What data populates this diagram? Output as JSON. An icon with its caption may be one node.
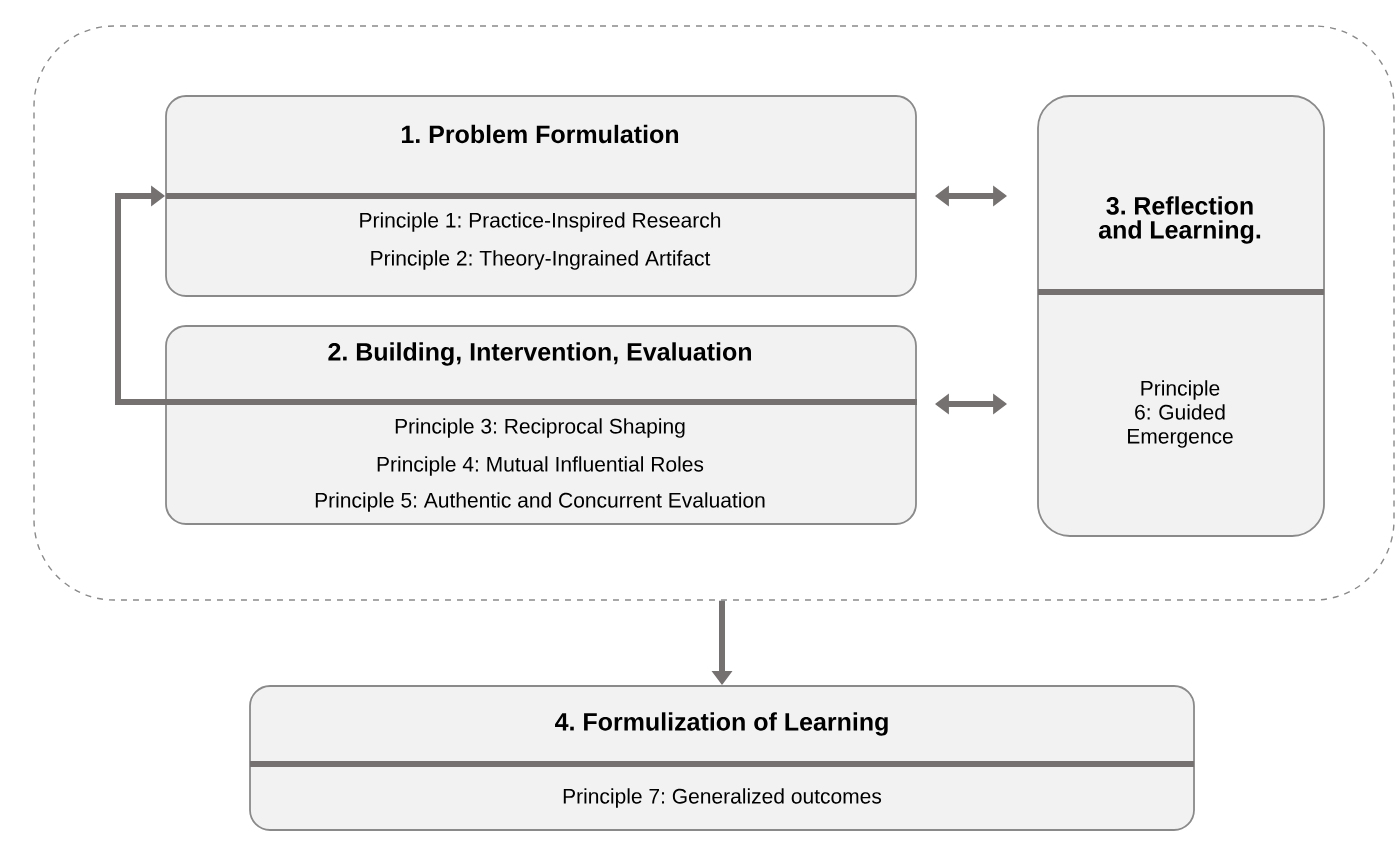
{
  "diagram": {
    "nodes": [
      {
        "text": [],
        "shape": "box"
      },
      {
        "text": [
          "1. Problem Formulation",
          "Principle 1: Practice-Inspired Research",
          "Principle 2: Theory-Ingrained Artifact"
        ],
        "in": 0
      },
      {
        "text": [
          "2. Building, Intervention, Evaluation",
          "Principle 3: Reciprocal Shaping",
          "Principle 4: Mutual Influential Roles",
          "Principle 5: Authentic and Concurrent Evaluation"
        ],
        "in": 0
      },
      {
        "text": [
          "3. Reflection and Learning.",
          "Principle 6: Guided Emergence"
        ],
        "in": 0
      },
      {
        "text": [
          "4. Formulization of Learning",
          "Principle 7: Generalized outcomes"
        ]
      }
    ],
    "edges": [
      {
        "from": 2,
        "to": 1,
        "arrow": "to"
      },
      {
        "from": 1,
        "to": 3,
        "arrow": "both"
      },
      {
        "from": 2,
        "to": 3,
        "arrow": "both"
      },
      {
        "from": 0,
        "to": 4,
        "arrow": "to"
      }
    ]
  }
}
